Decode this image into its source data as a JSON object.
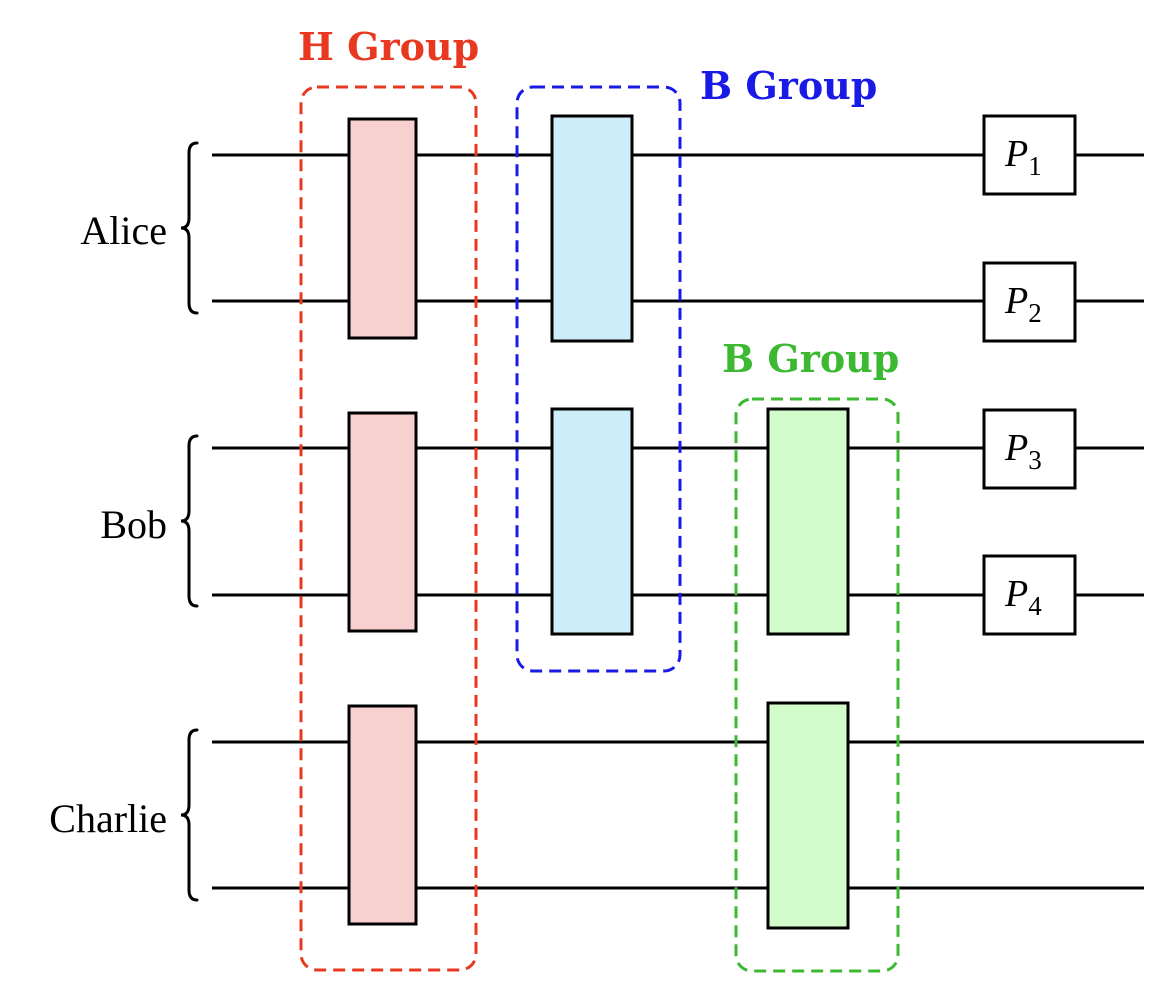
{
  "parties": [
    {
      "name": "Alice"
    },
    {
      "name": "Bob"
    },
    {
      "name": "Charlie"
    }
  ],
  "groups": [
    {
      "label": "H Group",
      "color": "#e8381f",
      "fill": "#f9d0d0"
    },
    {
      "label": "B Group",
      "color": "#1a1ae6",
      "fill": "#cdeef9"
    },
    {
      "label": "B Group",
      "color": "#3cb832",
      "fill": "#d2fcca"
    }
  ],
  "measurements": [
    {
      "base": "P",
      "sub": "1"
    },
    {
      "base": "P",
      "sub": "2"
    },
    {
      "base": "P",
      "sub": "3"
    },
    {
      "base": "P",
      "sub": "4"
    }
  ],
  "colors": {
    "wire": "#000000",
    "box_stroke": "#000000"
  }
}
